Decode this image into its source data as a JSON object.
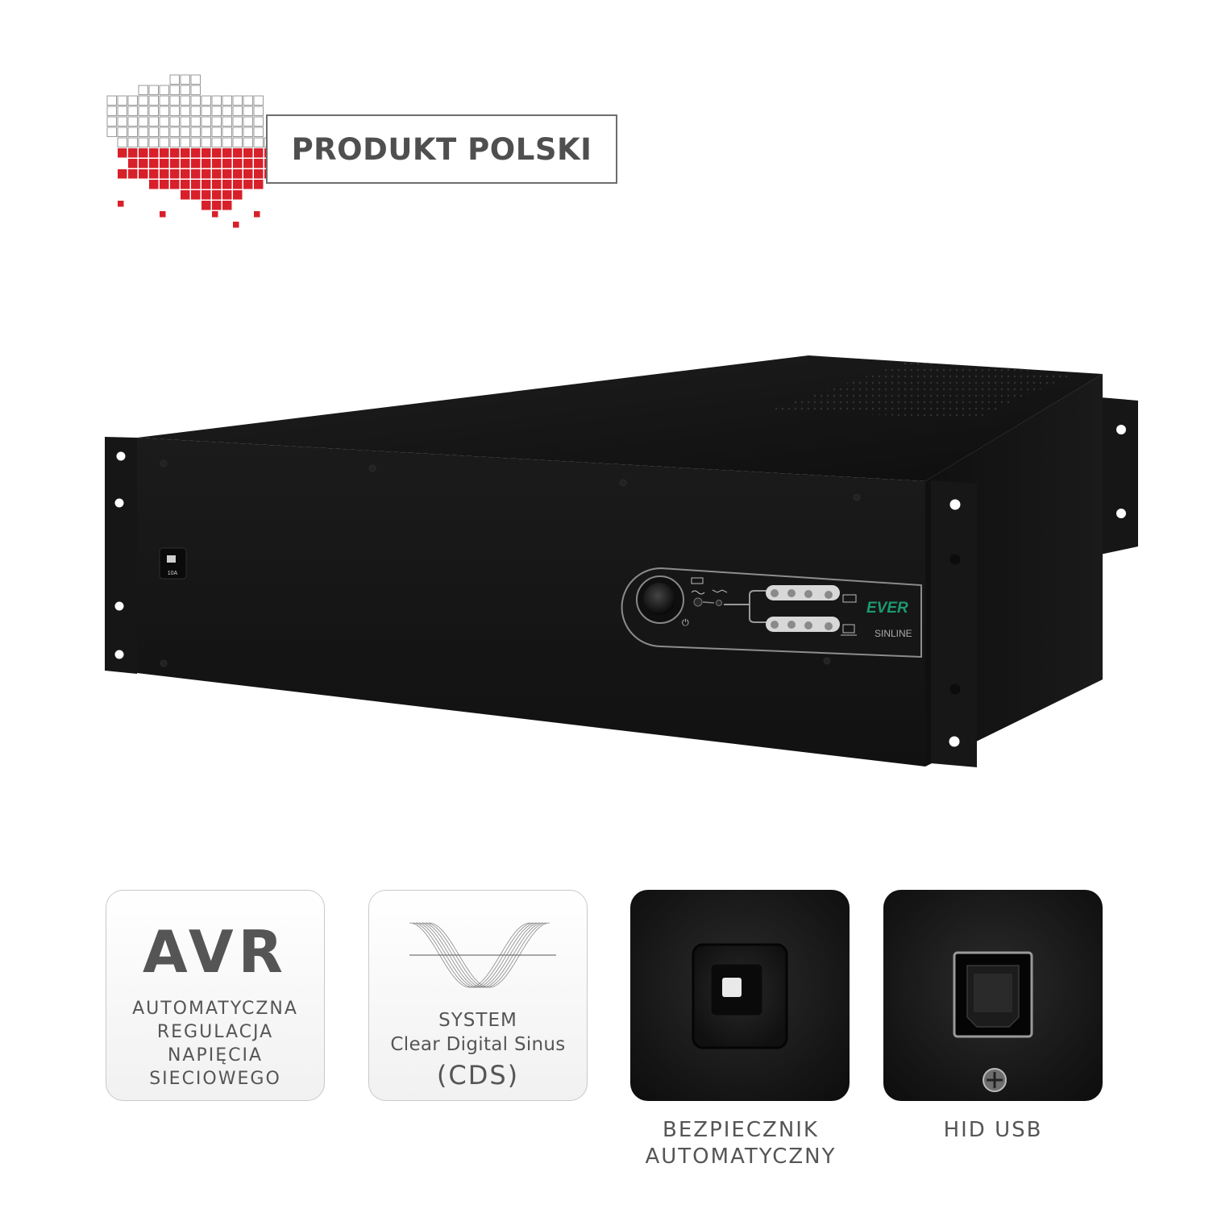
{
  "badge": {
    "text": "PRODUKT POLSKI",
    "colors": {
      "upper": "#9a9a9a",
      "lower": "#d8202a",
      "border": "#6d6d6d"
    }
  },
  "device": {
    "brand": "EVER",
    "model": "SINLINE",
    "fuse_label": "10A",
    "colors": {
      "body": "#121212",
      "brand": "#1d9a6e"
    }
  },
  "features": [
    {
      "title": "AVR",
      "lines": [
        "AUTOMATYCZNA",
        "REGULACJA",
        "NAPIĘCIA",
        "SIECIOWEGO"
      ]
    },
    {
      "lines": [
        "SYSTEM",
        "Clear Digital Sinus",
        "(CDS)"
      ]
    },
    {
      "caption": [
        "BEZPIECZNIK",
        "AUTOMATYCZNY"
      ]
    },
    {
      "caption": [
        "HID USB"
      ]
    }
  ]
}
